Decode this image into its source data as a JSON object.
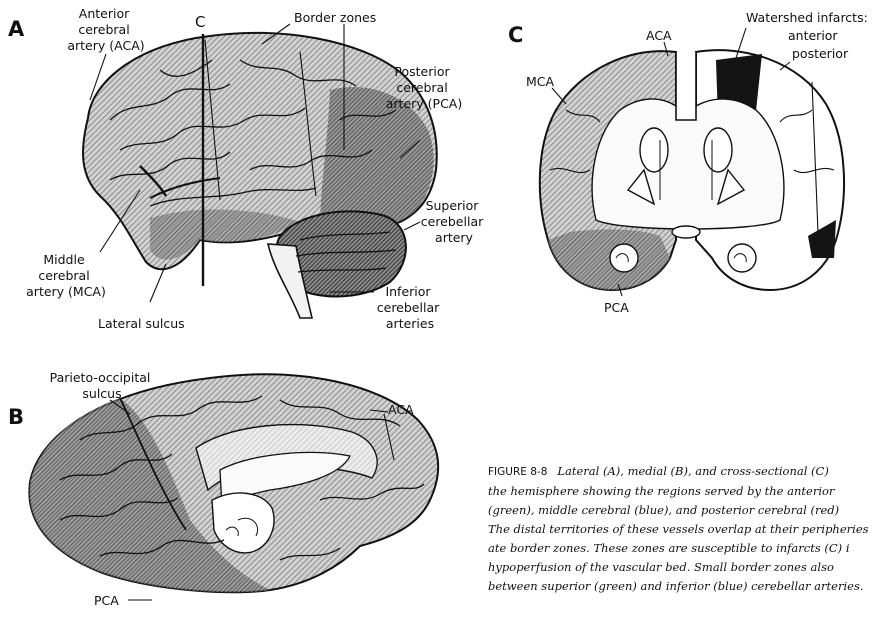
{
  "panel_a": {
    "letter": "A",
    "section_marker": "C",
    "labels": {
      "aca": [
        "Anterior",
        "cerebral",
        "artery (ACA)"
      ],
      "border_zones": "Border zones",
      "pca": [
        "Posterior",
        "cerebral",
        "artery (PCA)"
      ],
      "sca": [
        "Superior",
        "cerebellar",
        "artery"
      ],
      "mca": [
        "Middle",
        "cerebral",
        "artery (MCA)"
      ],
      "lateral_sulcus": "Lateral sulcus",
      "inferior": [
        "Inferior",
        "cerebellar",
        "arteries"
      ]
    }
  },
  "panel_b": {
    "letter": "B",
    "labels": {
      "parieto": [
        "Parieto-occipital",
        "sulcus"
      ],
      "aca": "ACA",
      "pca": "PCA"
    }
  },
  "panel_c": {
    "letter": "C",
    "labels": {
      "aca": "ACA",
      "mca": "MCA",
      "pca": "PCA",
      "watershed_title": "Watershed infarcts:",
      "anterior": "anterior",
      "posterior": "posterior"
    }
  },
  "caption": {
    "figure_label": "FIGURE 8-8",
    "lines": [
      "Lateral (A), medial (B), and cross-sectional (C)",
      "the hemisphere showing the regions served by the anterior",
      "(green), middle cerebral (blue), and posterior cerebral (red)",
      "The distal territories of these vessels overlap at their peripheries",
      "ate border zones. These zones are susceptible to infarcts (C) i",
      "hypoperfusion of the vascular bed. Small border zones also",
      "between superior (green) and inferior (blue) cerebellar arteries."
    ]
  }
}
